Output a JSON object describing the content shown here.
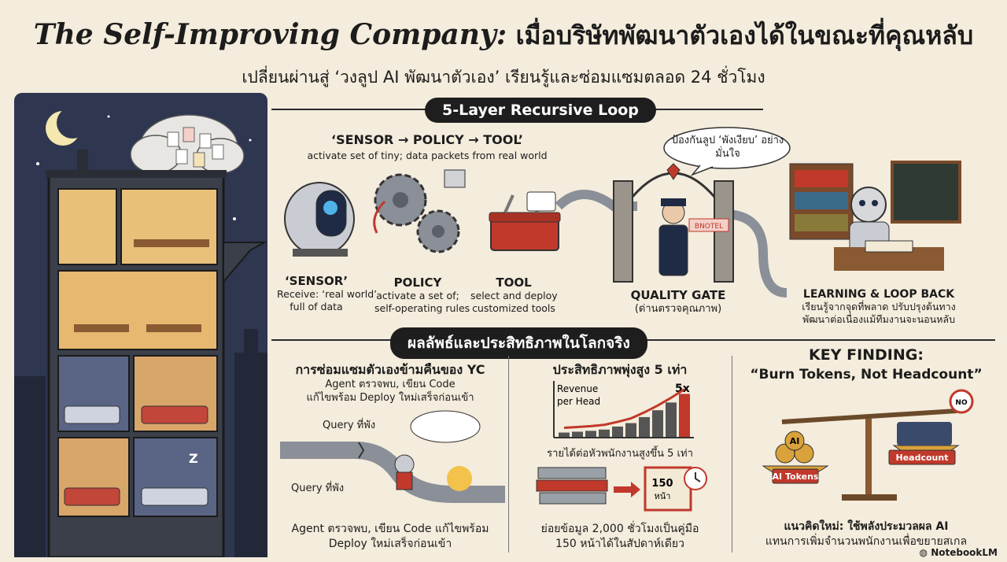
{
  "header": {
    "title_en": "The Self-Improving Company:",
    "title_th": "เมื่อบริษัทพัฒนาตัวเองได้ในขณะที่คุณหลับ",
    "subtitle": "เปลี่ยนผ่านสู่ ‘วงลูป AI พัฒนาตัวเอง’ เรียนรู้และซ่อมแซมตลอด 24 ชั่วโมง"
  },
  "loop": {
    "banner": "5-Layer Recursive Loop",
    "headline": "‘SENSOR → POLICY → TOOL’",
    "headline_sub": "activate set of tiny; data packets from real world",
    "bubble": "ป้องกันลูป ‘พังเงียบ’ อย่างมั่นใจ",
    "sensor_title": "‘SENSOR’",
    "sensor_text_1": "Receive: ‘real world’",
    "sensor_text_2": "full of data",
    "policy_title": "POLICY",
    "policy_text_1": "activate a set of;",
    "policy_text_2": "self-operating rules",
    "tool_title": "TOOL",
    "tool_text_1": "select and deploy",
    "tool_text_2": "customized tools",
    "gate_title": "QUALITY GATE",
    "gate_text": "(ด่านตรวจคุณภาพ)",
    "gate_sign": "BNOTEL",
    "learn_title": "LEARNING & LOOP BACK",
    "learn_text_1": "เรียนรู้จากจุดที่พลาด ปรับปรุงต้นทาง",
    "learn_text_2": "พัฒนาต่อเนื่องแม้ทีมงานจะนอนหลับ"
  },
  "results": {
    "banner": "ผลลัพธ์และประสิทธิภาพในโลกจริง",
    "col1": {
      "title": "การซ่อมแซมตัวเองข้ามคืนของ YC",
      "text_1": "Agent ตรวจพบ, เขียน Code",
      "text_2": "แก้ไขพร้อม Deploy ใหม่เสร็จก่อนเข้า",
      "query_1": "Query ที่พัง",
      "query_2": "Query ที่พัง",
      "bottom_1": "Agent ตรวจพบ, เขียน Code แก้ไขพร้อม",
      "bottom_2": "Deploy ใหม่เสร็จก่อนเข้า"
    },
    "col2": {
      "title": "ประสิทธิภาพพุ่งสูง 5 เท่า",
      "ylabel_1": "Revenue",
      "ylabel_2": "per Head",
      "peak_label": "5x",
      "caption": "รายได้ต่อหัวพนักงานสูงขึ้น 5 เท่า",
      "book_label_1": "150",
      "book_label_2": "หน้า",
      "bottom_1": "ย่อยข้อมูล 2,000 ชั่วโมงเป็นคู่มือ",
      "bottom_2": "150 หน้าได้ในสัปดาห์เดียว"
    },
    "col3": {
      "title_1": "KEY FINDING:",
      "title_2": "“Burn Tokens, Not Headcount”",
      "coin_label": "AI",
      "tokens_label": "AI Tokens",
      "headcount_label": "Headcount",
      "no_sign": "NO",
      "bottom_1": "แนวคิดใหม่: ใช้พลังประมวลผล AI",
      "bottom_2": "แทนการเพิ่มจำนวนพนักงานเพื่อขยายสเกล"
    }
  },
  "building": {
    "sleep_glyph": "Z"
  },
  "footer": {
    "brand": "NotebookLM"
  },
  "chart_data": {
    "type": "bar",
    "title": "ประสิทธิภาพพุ่งสูง 5 เท่า",
    "ylabel": "Revenue per Head",
    "values": [
      0.5,
      0.6,
      0.7,
      0.85,
      1.2,
      1.6,
      2.3,
      3.1,
      4.0,
      5.0
    ],
    "highlight_last": true,
    "highlight_label": "5x",
    "ylim": [
      0,
      5.5
    ]
  },
  "colors": {
    "background": "#f4ecdc",
    "banner": "#1e1e1e",
    "accent_red": "#c0392b",
    "night_sky": "#2e3650",
    "warm_window": "#e8c07a",
    "gold": "#d9a23a"
  }
}
